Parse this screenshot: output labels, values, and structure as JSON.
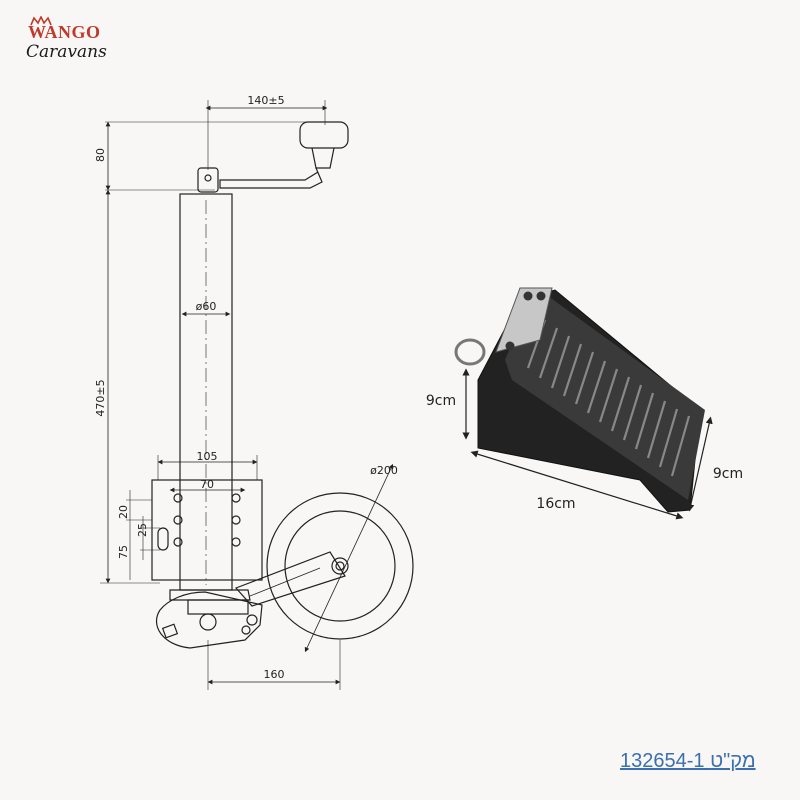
{
  "logo": {
    "line1": "WANGO",
    "line2": "Caravans"
  },
  "jockey_wheel": {
    "dims": {
      "handle_offset": "140±5",
      "handle_height": "80",
      "tube_diameter": "ø60",
      "total_height": "470±5",
      "clamp_width": "105",
      "hole_spacing": "70",
      "wheel_diameter": "ø200",
      "d20": "20",
      "d25": "25",
      "d75": "75",
      "base_length": "160"
    }
  },
  "wheel_chock": {
    "dims": {
      "height": "9cm",
      "length": "16cm",
      "width": "9cm"
    }
  },
  "sku": "132654-1 מק\"ט"
}
